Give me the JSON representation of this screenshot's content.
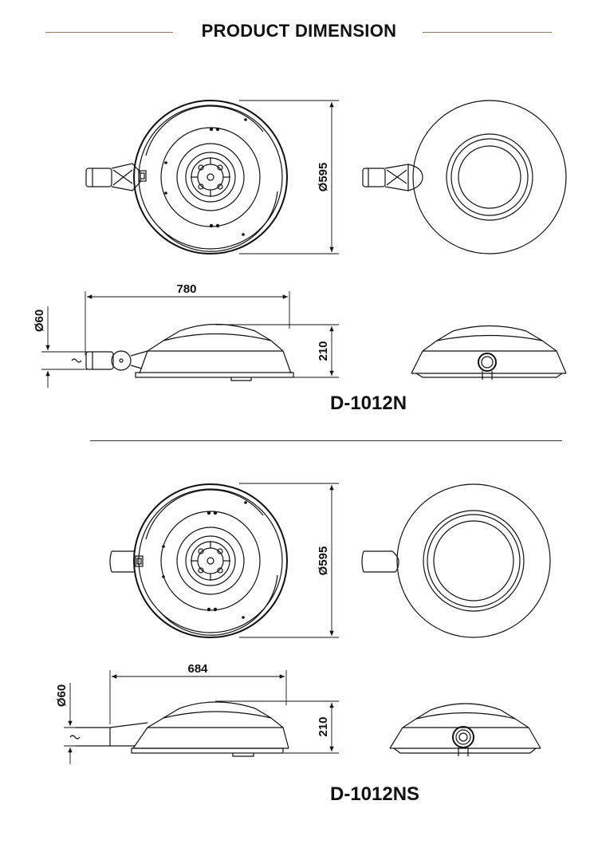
{
  "header": {
    "title": "PRODUCT DIMENSION"
  },
  "products": [
    {
      "model": "D-1012N",
      "dimensions": {
        "diameter": "Ø595",
        "length": "780",
        "height": "210",
        "spigot": "Ø60"
      }
    },
    {
      "model": "D-1012NS",
      "dimensions": {
        "diameter": "Ø595",
        "length": "684",
        "height": "210",
        "spigot": "Ø60"
      }
    }
  ]
}
